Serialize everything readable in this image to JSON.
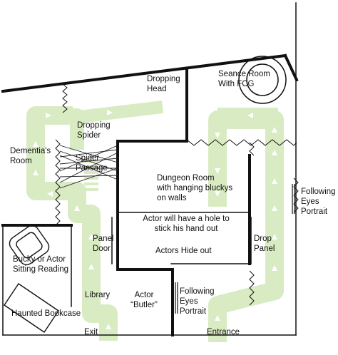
{
  "labels": {
    "dropping_head": [
      "Dropping",
      "Head"
    ],
    "seance_room": [
      "Seance Room",
      "With FCG"
    ],
    "dropping_spider": [
      "Dropping",
      "Spider"
    ],
    "dementias_room": [
      "Dementia's",
      "Room"
    ],
    "spider_passage": [
      "Spider",
      "Passage"
    ],
    "dungeon_room": [
      "Dungeon Room",
      "with hanging bluckys",
      "on walls"
    ],
    "actor_hole": [
      "Actor will have a hole to",
      "stick his hand out"
    ],
    "actors_hide_out": "Actors Hide out",
    "following_eyes_right": [
      "Following",
      "Eyes",
      "Portrait"
    ],
    "panel_door": [
      "Panel",
      "Door"
    ],
    "drop_panel": [
      "Drop",
      "Panel"
    ],
    "bucky_reading": [
      "Bucky or Actor",
      "Sitting Reading"
    ],
    "library": "Library",
    "actor_butler": [
      "Actor",
      "“Butler”"
    ],
    "following_eyes_bottom": [
      "Following",
      "Eyes",
      "Portrait"
    ],
    "haunted_bookcase": "Haunted Bookcase",
    "exit": "Exit",
    "entrance": "Entrance"
  },
  "colors": {
    "path": "#d9ebc2",
    "wall": "#111111",
    "arrow": "#ffffff"
  }
}
